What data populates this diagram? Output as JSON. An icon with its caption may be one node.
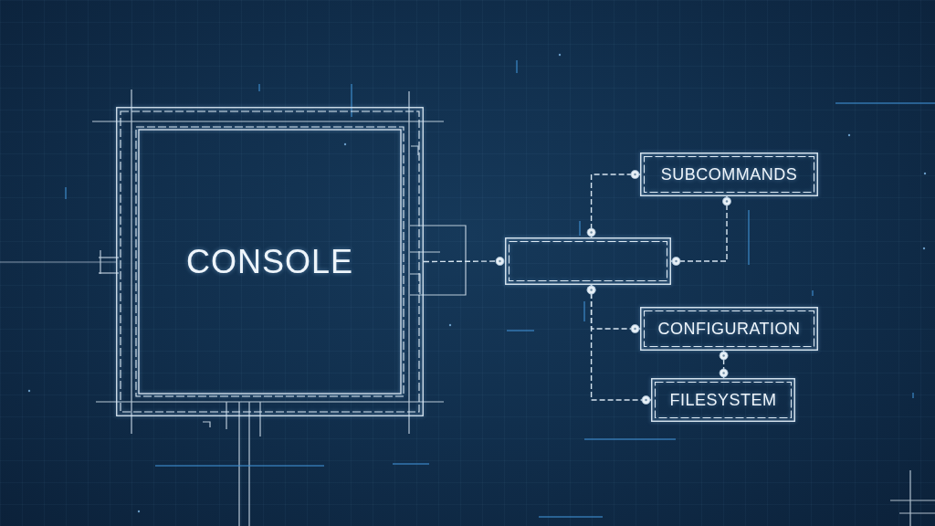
{
  "diagram": {
    "nodes": [
      {
        "text": [
          "CONSOLE"
        ]
      },
      {
        "text": [],
        "shape": "box"
      },
      {
        "text": [
          "SUBCOMMANDS"
        ]
      },
      {
        "text": [
          "CONFIGURATION"
        ]
      },
      {
        "text": [
          "FILESYSTEM"
        ]
      }
    ],
    "edges": [
      {
        "from": 0,
        "to": 1,
        "arrow": "other",
        "style": "dashed"
      },
      {
        "from": 1,
        "to": 2,
        "arrow": "other",
        "style": "dashed"
      },
      {
        "from": 1,
        "to": 2,
        "arrow": "other",
        "style": "dashed"
      },
      {
        "from": 1,
        "to": 3,
        "arrow": "other",
        "style": "dashed"
      },
      {
        "from": 1,
        "to": 4,
        "arrow": "other",
        "style": "dashed"
      },
      {
        "from": 3,
        "to": 4,
        "arrow": "other",
        "style": "dashed"
      }
    ]
  }
}
